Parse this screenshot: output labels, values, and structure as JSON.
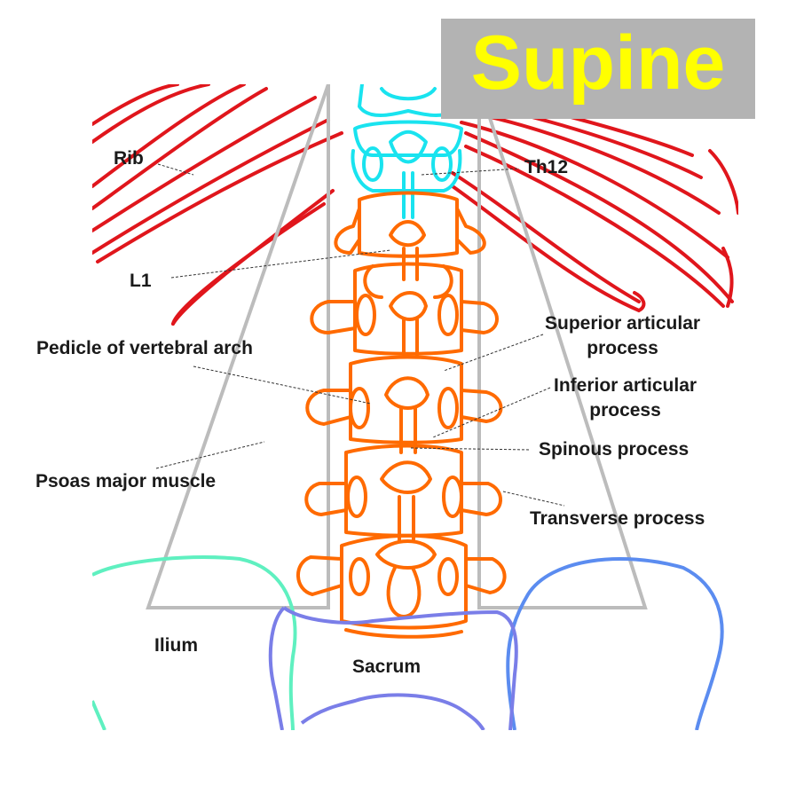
{
  "title": "Supine",
  "colors": {
    "rib": "#e0161c",
    "thoracic": "#19e3ef",
    "lumbar": "#ff6a00",
    "psoas": "#bcbcbc",
    "ilium_left": "#5ff0c0",
    "ilium_right": "#5b8cf0",
    "sacrum": "#7a7ee8",
    "title_bg": "#b3b3b3",
    "title_fg": "#ffff00"
  },
  "labels": {
    "rib": "Rib",
    "th12": "Th12",
    "l1": "L1",
    "superior_articular": "Superior articular\nprocess",
    "pedicle": "Pedicle of vertebral arch",
    "inferior_articular": "Inferior articular\nprocess",
    "spinous": "Spinous process",
    "psoas": "Psoas major muscle",
    "transverse": "Transverse process",
    "ilium": "Ilium",
    "sacrum": "Sacrum"
  }
}
